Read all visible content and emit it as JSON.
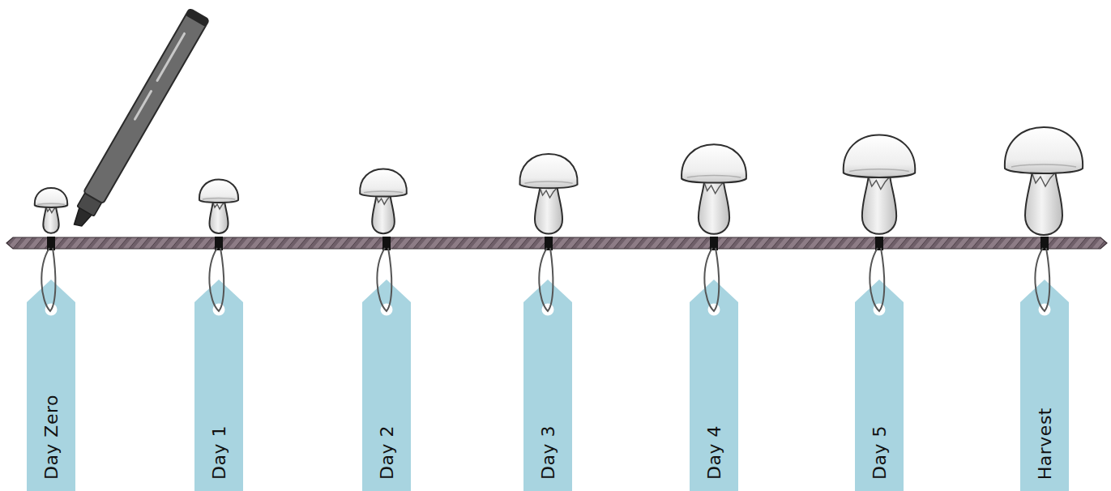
{
  "diagram": {
    "nodes": [
      {
        "text": [
          "Day Zero"
        ]
      },
      {
        "text": [
          "Day 1"
        ]
      },
      {
        "text": [
          "Day 2"
        ]
      },
      {
        "text": [
          "Day 3"
        ]
      },
      {
        "text": [
          "Day 4"
        ]
      },
      {
        "text": [
          "Day 5"
        ]
      },
      {
        "text": [
          "Harvest"
        ]
      }
    ]
  }
}
